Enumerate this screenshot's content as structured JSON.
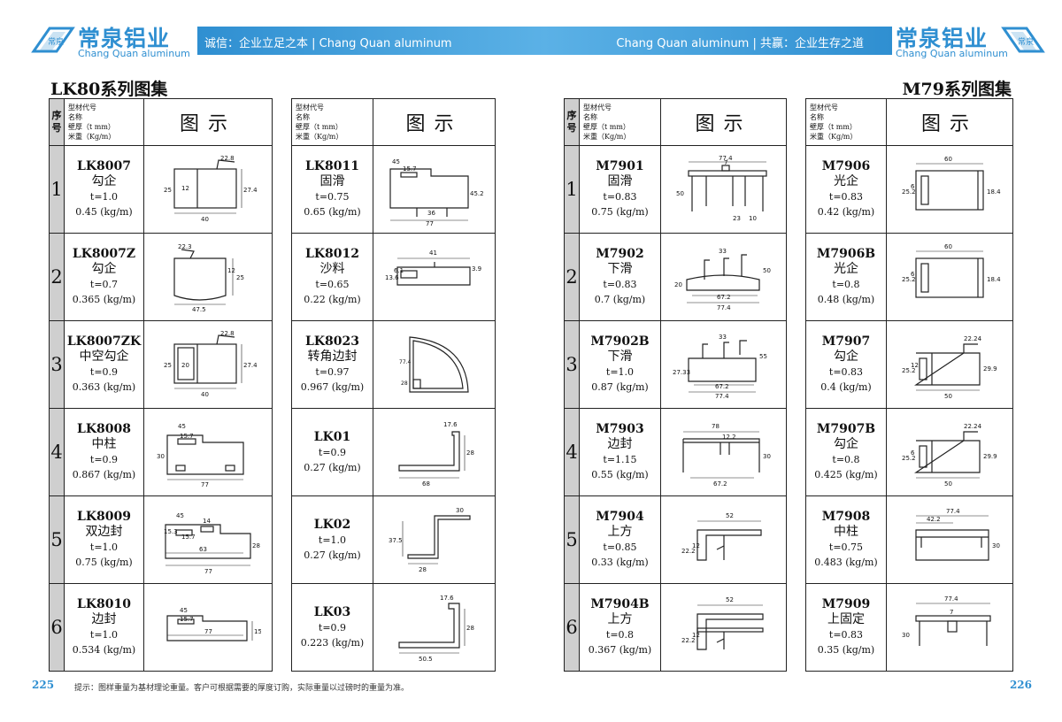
{
  "brand": {
    "cn": "常泉铝业",
    "en": "Chang Quan aluminum",
    "mark": "常泉"
  },
  "banner": {
    "left": "诚信：企业立足之本 | Chang Quan aluminum",
    "right": "Chang Quan aluminum | 共赢：企业生存之道"
  },
  "section_left": "LK80系列图集",
  "section_right": "M79系列图集",
  "header": {
    "seq": "序号",
    "info": [
      "型材代号",
      "名称",
      "壁厚（t mm）",
      "米重（Kg/m）"
    ],
    "pic": "图示"
  },
  "rows": [
    "1",
    "2",
    "3",
    "4",
    "5",
    "6"
  ],
  "colors": {
    "accent": "#2f8fd1",
    "seq_bg": "#cfcfcf"
  },
  "t1": [
    {
      "code": "LK8007",
      "name": "勾企",
      "t": "t=1.0",
      "w": "0.45 (kg/m)",
      "dims": [
        "22.8",
        "25",
        "12",
        "27.4",
        "40"
      ]
    },
    {
      "code": "LK8007Z",
      "name": "勾企",
      "t": "t=0.7",
      "w": "0.365 (kg/m)",
      "dims": [
        "22.3",
        "12",
        "25",
        "47.5"
      ]
    },
    {
      "code": "LK8007ZK",
      "name": "中空勾企",
      "t": "t=0.9",
      "w": "0.363 (kg/m)",
      "dims": [
        "22.8",
        "25",
        "20",
        "27.4",
        "40"
      ]
    },
    {
      "code": "LK8008",
      "name": "中柱",
      "t": "t=0.9",
      "w": "0.867 (kg/m)",
      "dims": [
        "45",
        "15.7",
        "30",
        "77"
      ]
    },
    {
      "code": "LK8009",
      "name": "双边封",
      "t": "t=1.0",
      "w": "0.75 (kg/m)",
      "dims": [
        "45",
        "14",
        "15.3",
        "15.7",
        "63",
        "28",
        "77"
      ]
    },
    {
      "code": "LK8010",
      "name": "边封",
      "t": "t=1.0",
      "w": "0.534 (kg/m)",
      "dims": [
        "45",
        "15.7",
        "77",
        "15"
      ]
    }
  ],
  "t2": [
    {
      "code": "LK8011",
      "name": "固滑",
      "t": "t=0.75",
      "w": "0.65 (kg/m)",
      "dims": [
        "45",
        "15.7",
        "36",
        "77",
        "45.2"
      ]
    },
    {
      "code": "LK8012",
      "name": "沙料",
      "t": "t=0.65",
      "w": "0.22 (kg/m)",
      "dims": [
        "41",
        "3.9",
        "13.6",
        "6.1"
      ]
    },
    {
      "code": "LK8023",
      "name": "转角边封",
      "t": "t=0.97",
      "w": "0.967 (kg/m)",
      "dims": [
        "77.4",
        "28"
      ]
    },
    {
      "code": "LK01",
      "name": "",
      "t": "t=0.9",
      "w": "0.27 (kg/m)",
      "dims": [
        "17.6",
        "28",
        "68"
      ]
    },
    {
      "code": "LK02",
      "name": "",
      "t": "t=1.0",
      "w": "0.27 (kg/m)",
      "dims": [
        "30",
        "37.5",
        "28"
      ]
    },
    {
      "code": "LK03",
      "name": "",
      "t": "t=0.9",
      "w": "0.223 (kg/m)",
      "dims": [
        "17.6",
        "28",
        "50.5"
      ]
    }
  ],
  "t3": [
    {
      "code": "M7901",
      "name": "固滑",
      "t": "t=0.83",
      "w": "0.75 (kg/m)",
      "dims": [
        "77.4",
        "7",
        "50",
        "23",
        "10"
      ]
    },
    {
      "code": "M7902",
      "name": "下滑",
      "t": "t=0.83",
      "w": "0.7 (kg/m)",
      "dims": [
        "33",
        "20",
        "50",
        "67.2",
        "77.4"
      ]
    },
    {
      "code": "M7902B",
      "name": "下滑",
      "t": "t=1.0",
      "w": "0.87 (kg/m)",
      "dims": [
        "33",
        "27.33",
        "55",
        "67.2",
        "77.4"
      ]
    },
    {
      "code": "M7903",
      "name": "边封",
      "t": "t=1.15",
      "w": "0.55 (kg/m)",
      "dims": [
        "78",
        "12.2",
        "30",
        "67.2"
      ]
    },
    {
      "code": "M7904",
      "name": "上方",
      "t": "t=0.85",
      "w": "0.33 (kg/m)",
      "dims": [
        "52",
        "22.2",
        "12"
      ]
    },
    {
      "code": "M7904B",
      "name": "上方",
      "t": "t=0.8",
      "w": "0.367 (kg/m)",
      "dims": [
        "52",
        "22.2",
        "12"
      ]
    }
  ],
  "t4": [
    {
      "code": "M7906",
      "name": "光企",
      "t": "t=0.83",
      "w": "0.42 (kg/m)",
      "dims": [
        "60",
        "25.2",
        "6",
        "18.4"
      ]
    },
    {
      "code": "M7906B",
      "name": "光企",
      "t": "t=0.8",
      "w": "0.48 (kg/m)",
      "dims": [
        "60",
        "25.2",
        "6",
        "18.4"
      ]
    },
    {
      "code": "M7907",
      "name": "勾企",
      "t": "t=0.83",
      "w": "0.4 (kg/m)",
      "dims": [
        "22.24",
        "25.2",
        "12",
        "29.9",
        "50"
      ]
    },
    {
      "code": "M7907B",
      "name": "勾企",
      "t": "t=0.8",
      "w": "0.425 (kg/m)",
      "dims": [
        "22.24",
        "25.2",
        "6",
        "29.9",
        "50"
      ]
    },
    {
      "code": "M7908",
      "name": "中柱",
      "t": "t=0.75",
      "w": "0.483 (kg/m)",
      "dims": [
        "77.4",
        "42.2",
        "30"
      ]
    },
    {
      "code": "M7909",
      "name": "上固定",
      "t": "t=0.83",
      "w": "0.35 (kg/m)",
      "dims": [
        "77.4",
        "7",
        "30"
      ]
    }
  ],
  "footer_note": "提示：图样重量为基材理论重量。客户可根据需要的厚度订购，实际重量以过磅时的重量为准。",
  "page_left": "225",
  "page_right": "226"
}
